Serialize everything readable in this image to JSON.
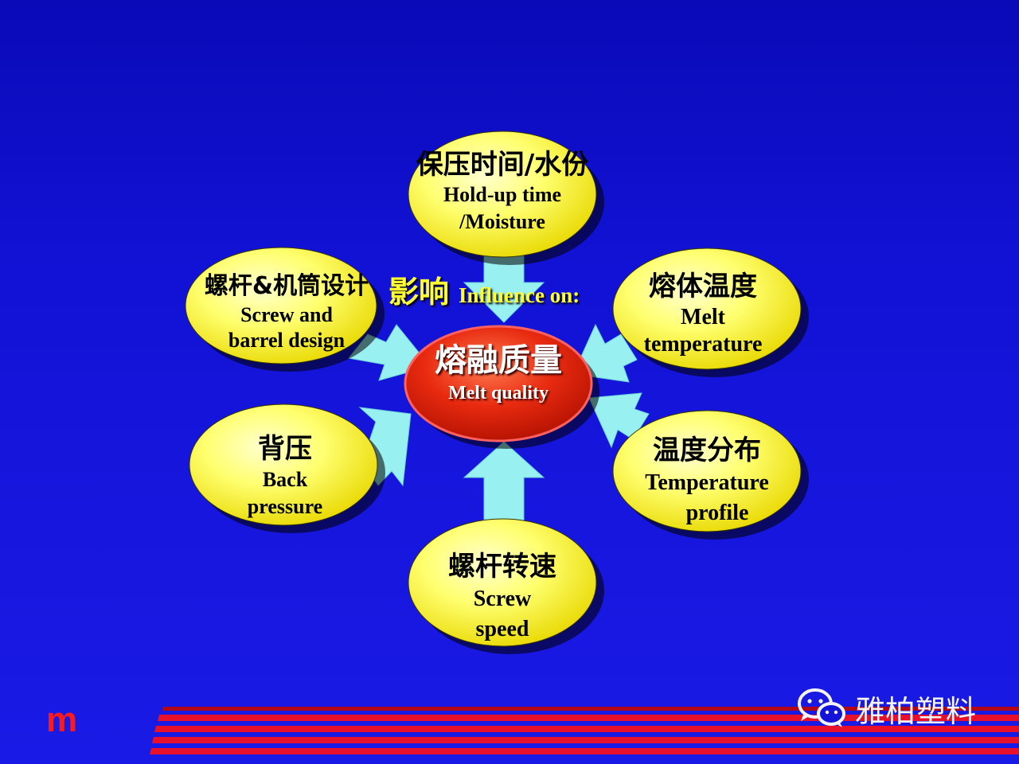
{
  "center": {
    "cn": "熔融质量",
    "en": "Melt quality"
  },
  "influence": {
    "cn": "影响",
    "en": "Influence on:"
  },
  "nodes": {
    "hold_up": {
      "cn": "保压时间/水份",
      "en1": "Hold-up time",
      "en2": "/Moisture"
    },
    "screw_design": {
      "cn": "螺杆&机筒设计",
      "en1": "Screw and",
      "en2": "barrel design"
    },
    "melt_temp": {
      "cn": "熔体温度",
      "en1": "Melt",
      "en2": "temperature"
    },
    "back_pressure": {
      "cn": "背压",
      "en1": "Back",
      "en2": "pressure"
    },
    "temp_profile": {
      "cn": "温度分布",
      "en1": "Temperature",
      "en2": "profile"
    },
    "screw_speed": {
      "cn": "螺杆转速",
      "en1": "Screw",
      "en2": "speed"
    }
  },
  "logo": {
    "letter": "m"
  },
  "watermark": {
    "text": "雅柏塑料",
    "icon": "wechat-icon"
  },
  "colors": {
    "background": "#1414d8",
    "node": "#ffff66",
    "center": "#e02010",
    "arrow": "#99f0f0",
    "stripe": "#e8102a"
  }
}
